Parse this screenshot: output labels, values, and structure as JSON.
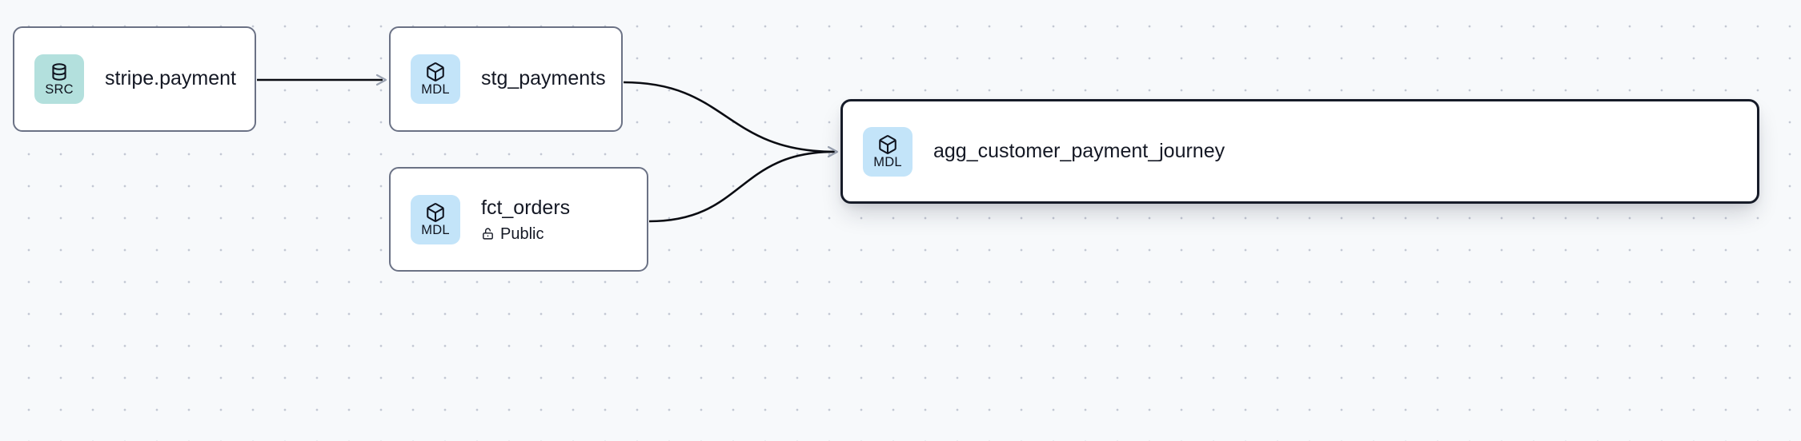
{
  "graph": {
    "type": "lineage-dag",
    "background": "#f7f9fb",
    "grid": "dot-grid",
    "nodes": [
      {
        "id": "stripe-payment",
        "title": "stripe.payment",
        "badge_label": "SRC",
        "badge_icon": "database-icon",
        "badge_color": "#b3e0dd",
        "selected": false,
        "subtitle": null
      },
      {
        "id": "stg-payments",
        "title": "stg_payments",
        "badge_label": "MDL",
        "badge_icon": "cube-icon",
        "badge_color": "#c3e4f9",
        "selected": false,
        "subtitle": null
      },
      {
        "id": "fct-orders",
        "title": "fct_orders",
        "badge_label": "MDL",
        "badge_icon": "cube-icon",
        "badge_color": "#c3e4f9",
        "selected": false,
        "subtitle": "Public",
        "subtitle_icon": "unlock-icon"
      },
      {
        "id": "agg-customer-payment-journey",
        "title": "agg_customer_payment_journey",
        "badge_label": "MDL",
        "badge_icon": "cube-icon",
        "badge_color": "#c3e4f9",
        "selected": true,
        "subtitle": null
      }
    ],
    "edges": [
      {
        "from": "stripe-payment",
        "to": "stg-payments",
        "style": "straight-arrow"
      },
      {
        "from": "stg-payments",
        "to": "agg-customer-payment-journey",
        "style": "bezier-arrow"
      },
      {
        "from": "fct-orders",
        "to": "agg-customer-payment-journey",
        "style": "bezier-arrow"
      }
    ]
  }
}
